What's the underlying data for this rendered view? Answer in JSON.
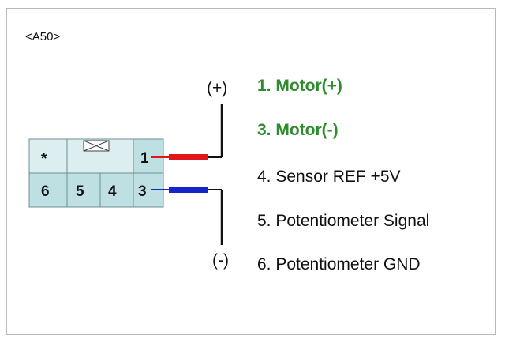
{
  "connector": {
    "id": "<A50>",
    "cells": {
      "top_left": "*",
      "top_right": "1",
      "bottom": [
        "6",
        "5",
        "4",
        "3"
      ]
    }
  },
  "wires": {
    "positive_label": "(+)",
    "negative_label": "(-)",
    "positive_color": "#e0161b",
    "negative_color": "#1426c8"
  },
  "pin_list": [
    {
      "label": "1. Motor(+)",
      "highlight": true,
      "color": "#2e8b2e"
    },
    {
      "label": "3. Motor(-)",
      "highlight": true,
      "color": "#2e8b2e"
    },
    {
      "label": "4. Sensor REF +5V",
      "highlight": false
    },
    {
      "label": "5. Potentiometer Signal",
      "highlight": false
    },
    {
      "label": "6. Potentiometer GND",
      "highlight": false
    }
  ],
  "colors": {
    "connector_fill": "#bfe0e3",
    "connector_light": "#ddeef0"
  }
}
